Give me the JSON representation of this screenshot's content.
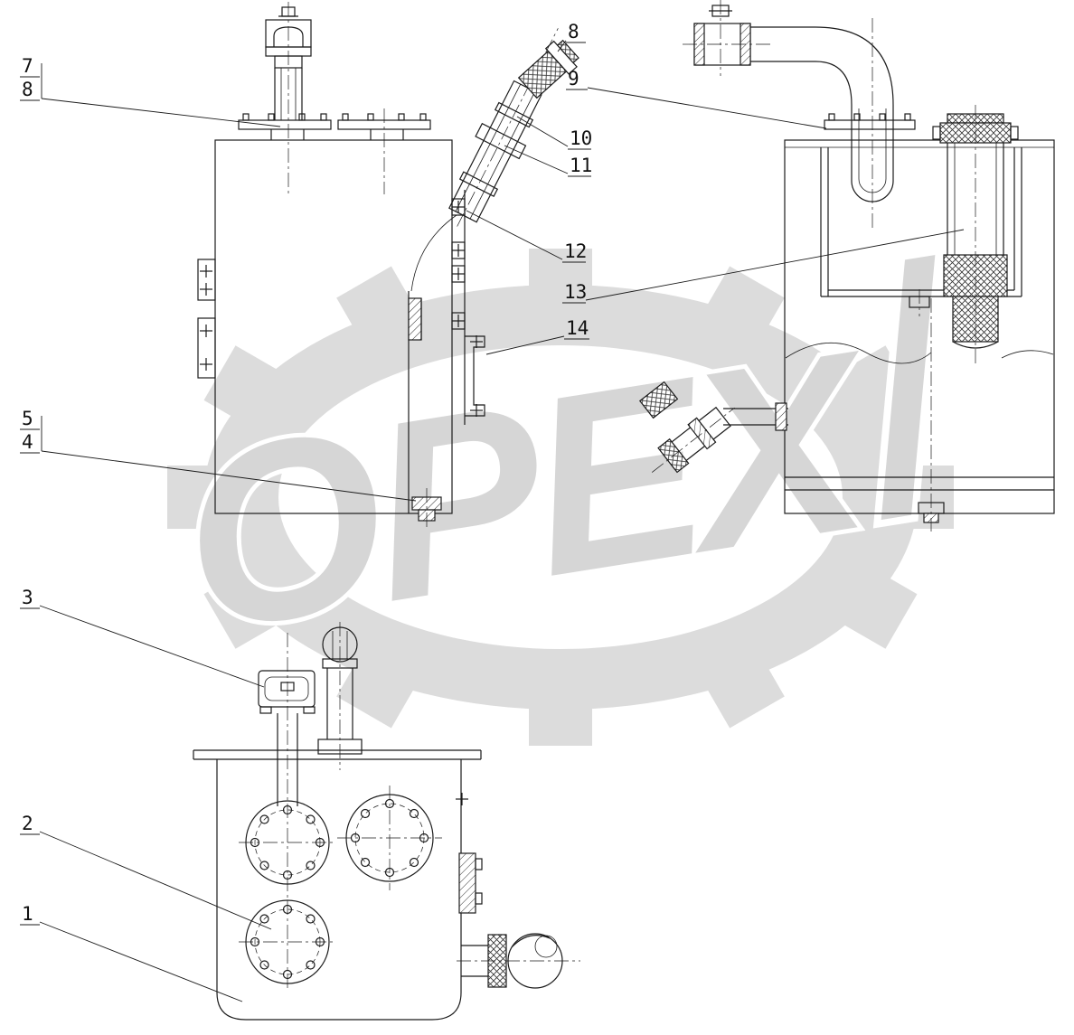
{
  "diagram": {
    "watermark": {
      "text": "OPEX",
      "color": "#dcdcdc"
    },
    "line_color": "#1b1b1b",
    "background": "#ffffff",
    "callouts": {
      "c7": "7",
      "c8_left": "8",
      "c8_mid": "8",
      "c9": "9",
      "c10": "10",
      "c11": "11",
      "c12": "12",
      "c13": "13",
      "c14": "14",
      "c5": "5",
      "c4": "4",
      "c3": "3",
      "c2": "2",
      "c1": "1"
    }
  }
}
